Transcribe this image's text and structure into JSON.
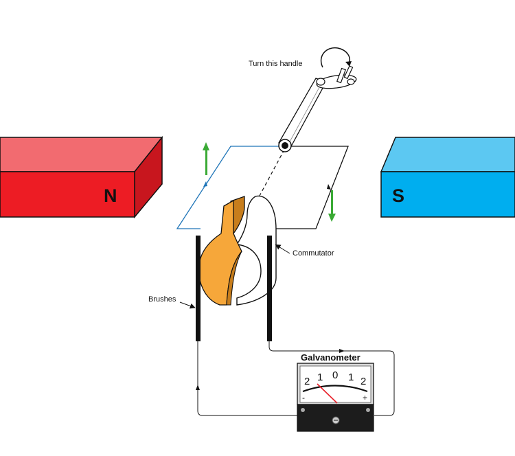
{
  "labels": {
    "handle": "Turn this handle",
    "commutator": "Commutator",
    "brushes": "Brushes",
    "galvanometer": "Galvanometer"
  },
  "magnets": {
    "north": {
      "label": "N",
      "color": "#ed1c24"
    },
    "south": {
      "label": "S",
      "color": "#00aeef"
    }
  },
  "galvanometer": {
    "scale": [
      "2",
      "1",
      "0",
      "1",
      "2"
    ],
    "minus": "-",
    "plus": "+",
    "needle_color": "#e8202a"
  },
  "colors": {
    "coil_blue": "#1f75b8",
    "arrow_green": "#3aaa35",
    "commutator_orange": "#f6a73a"
  }
}
